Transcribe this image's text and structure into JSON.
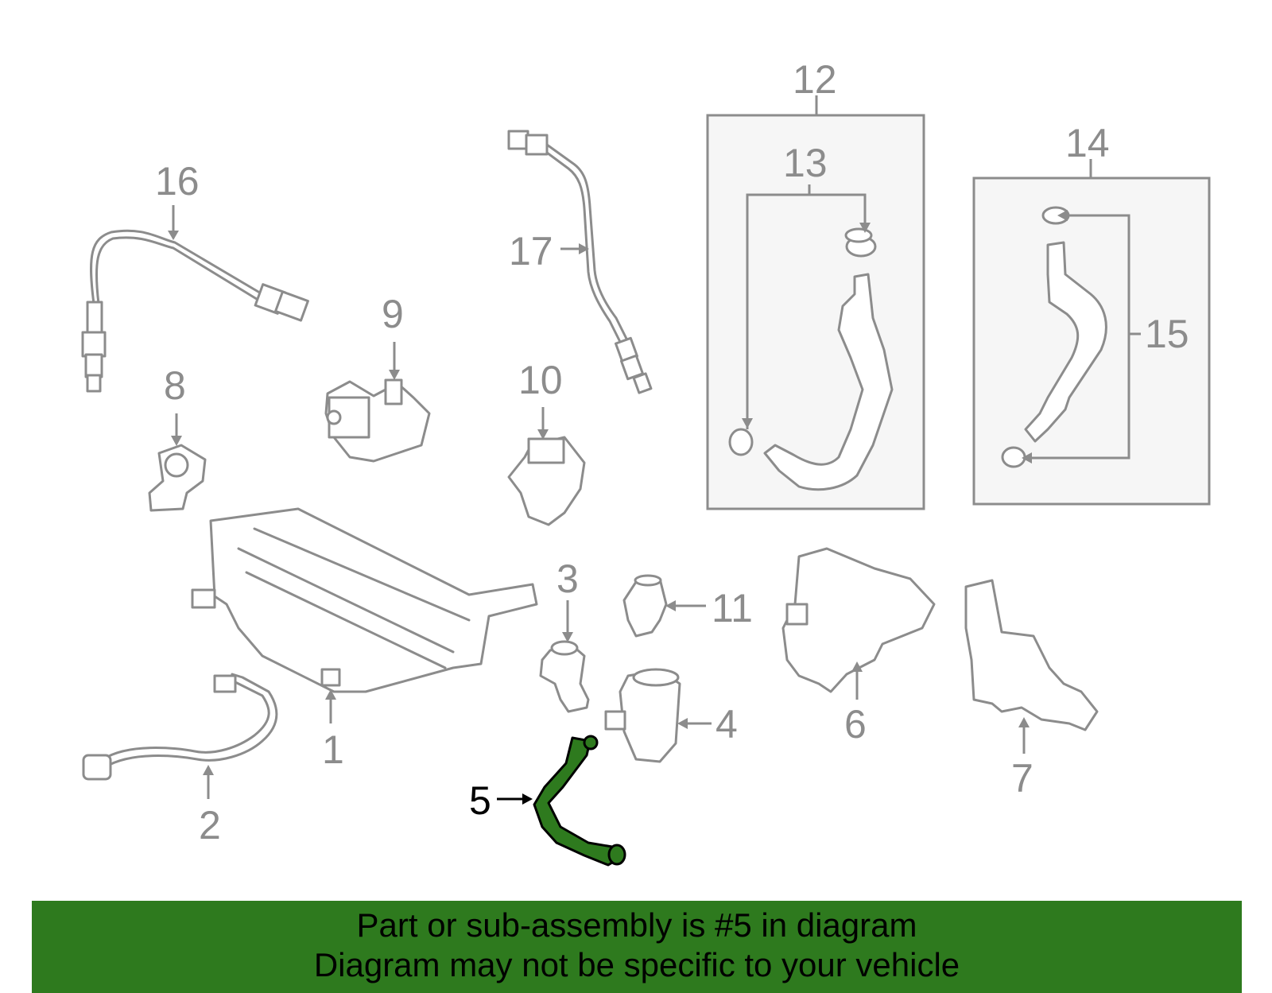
{
  "callouts": [
    {
      "id": "1",
      "text": "1"
    },
    {
      "id": "2",
      "text": "2"
    },
    {
      "id": "3",
      "text": "3"
    },
    {
      "id": "4",
      "text": "4"
    },
    {
      "id": "5",
      "text": "5"
    },
    {
      "id": "6",
      "text": "6"
    },
    {
      "id": "7",
      "text": "7"
    },
    {
      "id": "8",
      "text": "8"
    },
    {
      "id": "9",
      "text": "9"
    },
    {
      "id": "10",
      "text": "10"
    },
    {
      "id": "11",
      "text": "11"
    },
    {
      "id": "12",
      "text": "12"
    },
    {
      "id": "13",
      "text": "13"
    },
    {
      "id": "14",
      "text": "14"
    },
    {
      "id": "15",
      "text": "15"
    },
    {
      "id": "16",
      "text": "16"
    },
    {
      "id": "17",
      "text": "17"
    }
  ],
  "highlighted_part": "5",
  "colors": {
    "highlight": "#2e7a1e",
    "part_stroke": "#8c8c8c",
    "banner": "#2e7a1e"
  },
  "banner": {
    "line1": "Part or sub-assembly is #5 in diagram",
    "line2": "Diagram may not be specific to your vehicle"
  }
}
